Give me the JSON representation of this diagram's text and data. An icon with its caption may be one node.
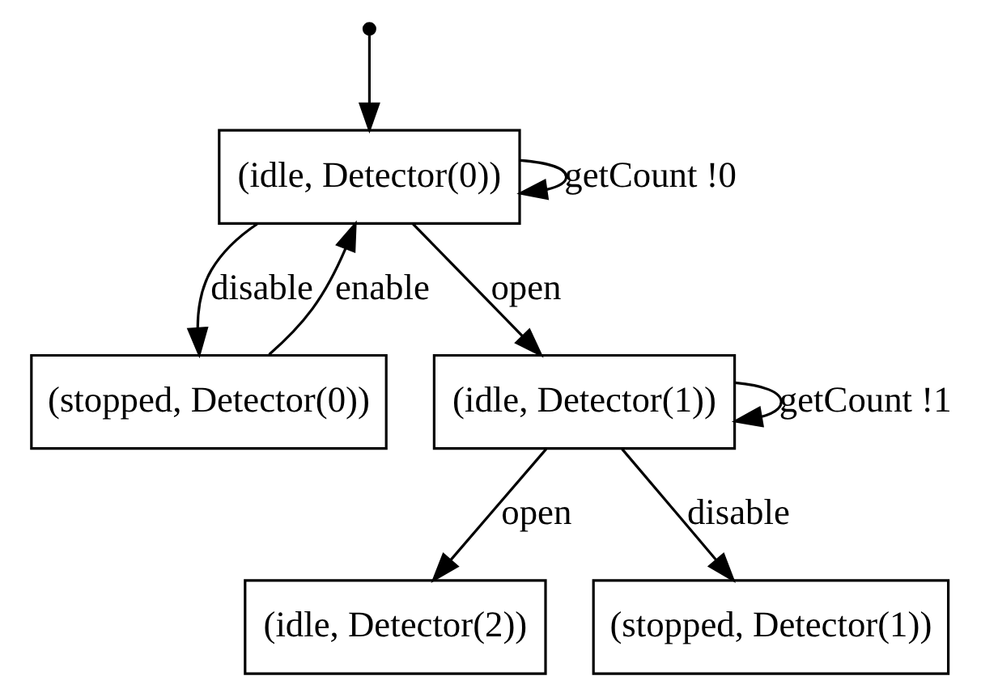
{
  "diagram": {
    "nodes": [
      {
        "text": [],
        "shape": "circle"
      },
      {
        "text": [
          "(idle, Detector(0))"
        ]
      },
      {
        "text": [
          "(stopped, Detector(0))"
        ]
      },
      {
        "text": [
          "(idle, Detector(1))"
        ]
      },
      {
        "text": [
          "(idle, Detector(2))"
        ]
      },
      {
        "text": [
          "(stopped, Detector(1))"
        ]
      }
    ],
    "edges": [
      {
        "from": 0,
        "to": 1,
        "arrow": "to"
      },
      {
        "from": 1,
        "to": 1,
        "arrow": "to",
        "label": "getCount !0"
      },
      {
        "from": 1,
        "to": 2,
        "arrow": "to",
        "label": "disable"
      },
      {
        "from": 2,
        "to": 1,
        "arrow": "to",
        "label": "enable"
      },
      {
        "from": 1,
        "to": 3,
        "arrow": "to",
        "label": "open"
      },
      {
        "from": 3,
        "to": 3,
        "arrow": "to",
        "label": "getCount !1"
      },
      {
        "from": 3,
        "to": 4,
        "arrow": "to",
        "label": "open"
      },
      {
        "from": 3,
        "to": 5,
        "arrow": "to",
        "label": "disable"
      }
    ]
  }
}
